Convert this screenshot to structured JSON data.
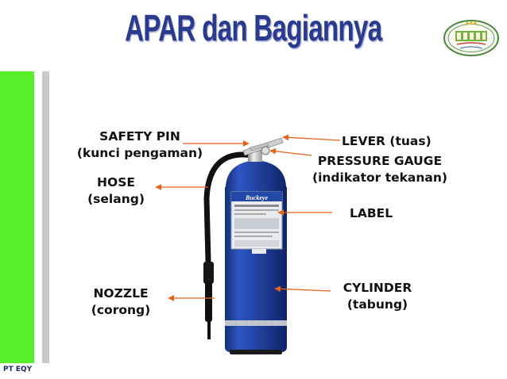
{
  "title": "APAR dan Bagiannya",
  "footer": "PT EQY",
  "extinguisher_brand": "Buckeye",
  "labels": {
    "safety_pin": {
      "line1": "SAFETY PIN",
      "line2": "(kunci pengaman)"
    },
    "hose": {
      "line1": "HOSE",
      "line2": "(selang)"
    },
    "nozzle": {
      "line1": "NOZZLE",
      "line2": "(corong)"
    },
    "lever": {
      "line1": "LEVER (tuas)"
    },
    "pressure_gauge": {
      "line1": "PRESSURE GAUGE",
      "line2": "(indikator tekanan)"
    },
    "label": {
      "line1": "LABEL"
    },
    "cylinder": {
      "line1": "CYLINDER",
      "line2": "(tabung)"
    }
  },
  "colors": {
    "title": "#2a3a8c",
    "arrow": "#e8601c",
    "side_bar_green": "#57ee2b",
    "side_bar_gray": "#c9c9c9",
    "cylinder_blue": "#1f3f9e"
  },
  "icons": [
    "company-logo-icon",
    "fire-extinguisher-illustration"
  ]
}
